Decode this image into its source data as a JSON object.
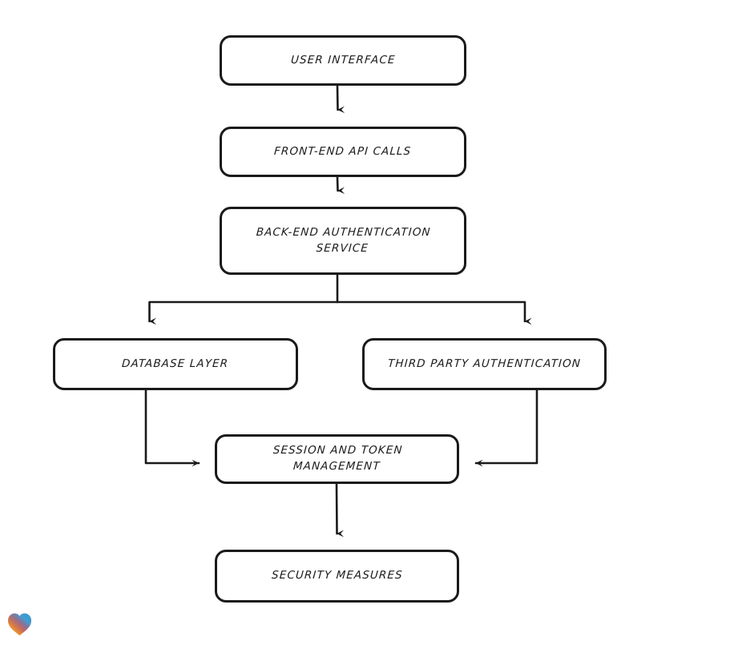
{
  "diagram": {
    "type": "flowchart",
    "style": "hand-drawn",
    "background_color": "#ffffff",
    "stroke_color": "#1a1a1a",
    "nodes": [
      {
        "id": "user-interface",
        "label": "User Interface"
      },
      {
        "id": "frontend-api-calls",
        "label": "Front-End API Calls"
      },
      {
        "id": "backend-auth",
        "label": "Back-End Authentication\nService"
      },
      {
        "id": "database-layer",
        "label": "Database Layer"
      },
      {
        "id": "third-party-auth",
        "label": "Third Party Authentication"
      },
      {
        "id": "session-token",
        "label": "Session and Token\nManagement"
      },
      {
        "id": "security-measures",
        "label": "Security Measures"
      }
    ],
    "edges": [
      {
        "from": "user-interface",
        "to": "frontend-api-calls",
        "direction": "down"
      },
      {
        "from": "frontend-api-calls",
        "to": "backend-auth",
        "direction": "down"
      },
      {
        "from": "backend-auth",
        "to": "database-layer",
        "direction": "down"
      },
      {
        "from": "backend-auth",
        "to": "third-party-auth",
        "direction": "down"
      },
      {
        "from": "database-layer",
        "to": "session-token",
        "direction": "right"
      },
      {
        "from": "third-party-auth",
        "to": "session-token",
        "direction": "left"
      },
      {
        "from": "session-token",
        "to": "security-measures",
        "direction": "down"
      }
    ]
  },
  "watermark": {
    "icon": "heart-icon",
    "gradient_colors": [
      "#e8212a",
      "#f7941e",
      "#f9a11b",
      "#3aa6dd",
      "#1f7fc4"
    ]
  }
}
